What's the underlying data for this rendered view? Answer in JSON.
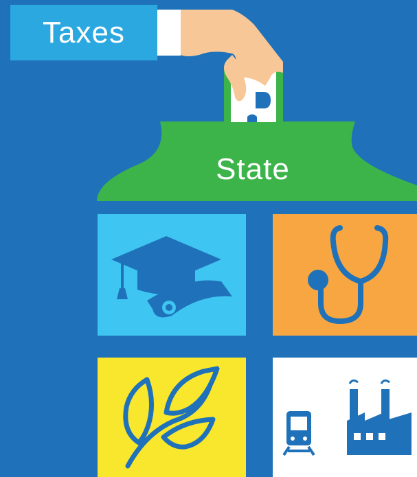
{
  "taxes": {
    "label": "Taxes"
  },
  "state": {
    "label": "State"
  },
  "tiles": [
    {
      "name": "education",
      "icon": "graduation-cap-diploma-icon",
      "color": "#3ec5f2"
    },
    {
      "name": "health",
      "icon": "stethoscope-icon",
      "color": "#f7a641"
    },
    {
      "name": "environment",
      "icon": "leaf-icon",
      "color": "#f8e72d"
    },
    {
      "name": "infrastructure",
      "icon": "train-factory-icon",
      "color": "#ffffff"
    }
  ],
  "colors": {
    "background": "#1f72b9",
    "taxes_box": "#2ba8e0",
    "state_bag": "#3cb44a",
    "skin": "#f8c797",
    "icon": "#1f72b9"
  }
}
